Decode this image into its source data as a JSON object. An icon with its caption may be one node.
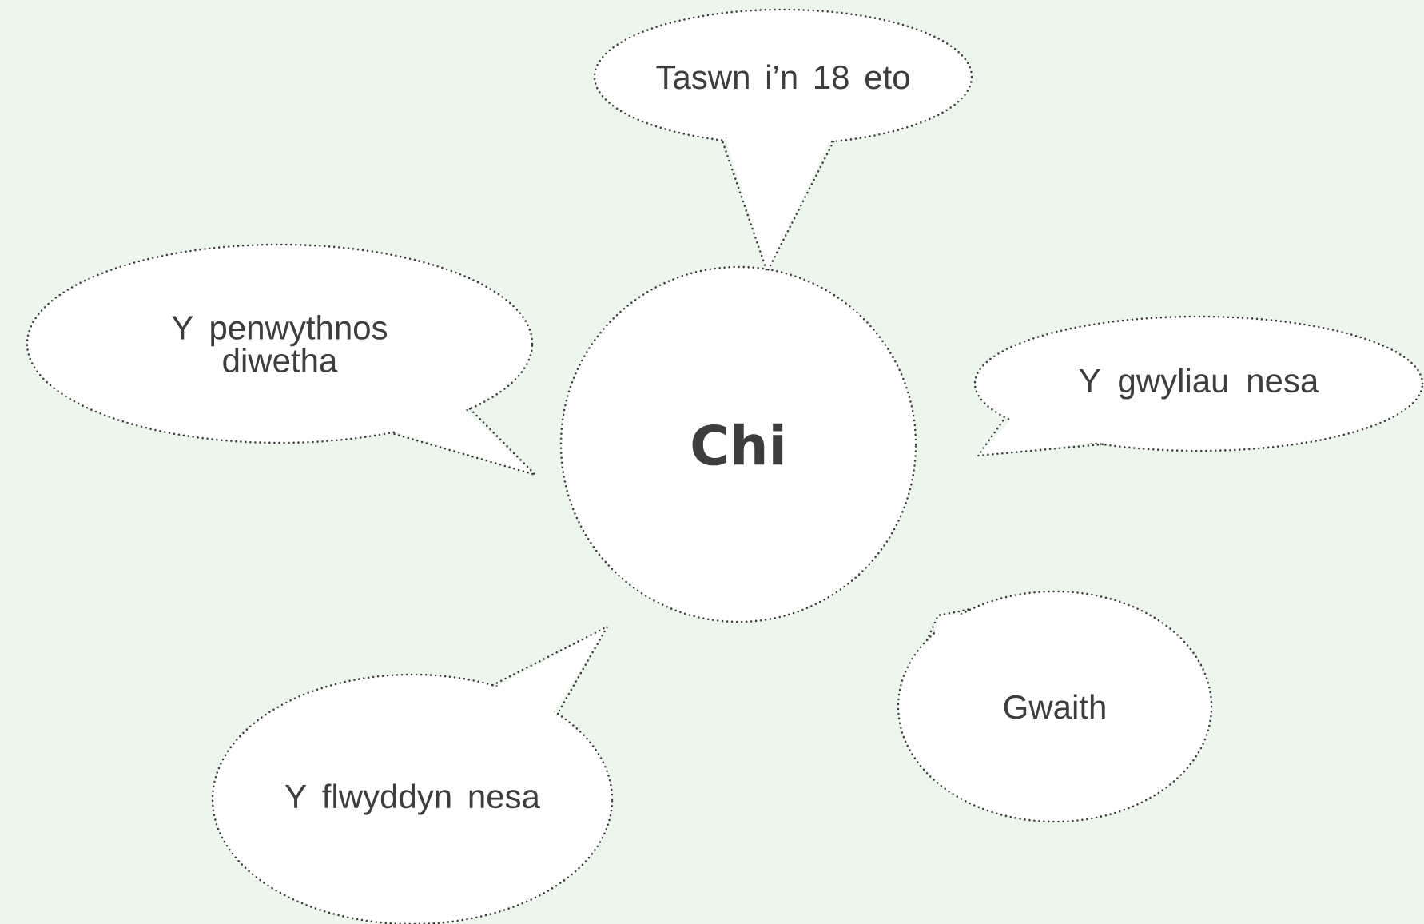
{
  "diagram": {
    "nodes": [
      {
        "text": [
          "Chi"
        ]
      },
      {
        "text": [
          "Taswn i’n 18 eto"
        ]
      },
      {
        "text": [
          "Y penwythnos diwetha"
        ]
      },
      {
        "text": [
          "Y gwyliau nesa"
        ]
      },
      {
        "text": [
          "Y flwyddyn nesa"
        ]
      },
      {
        "text": [
          "Gwaith"
        ]
      }
    ]
  }
}
